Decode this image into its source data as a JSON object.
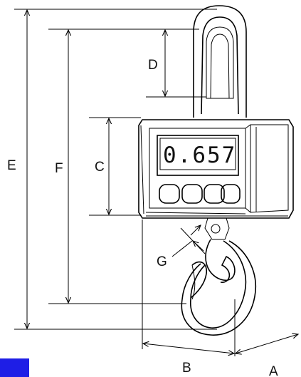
{
  "display": {
    "reading": "0.657"
  },
  "dimension_labels": {
    "A": "A",
    "B": "B",
    "C": "C",
    "D": "D",
    "E": "E",
    "F": "F",
    "G": "G"
  },
  "colors": {
    "accent_tab": "#1e1ee6",
    "lines": "#000000",
    "background": "#ffffff"
  },
  "icons": {
    "device": "crane-scale-icon",
    "hook": "hook-icon"
  }
}
